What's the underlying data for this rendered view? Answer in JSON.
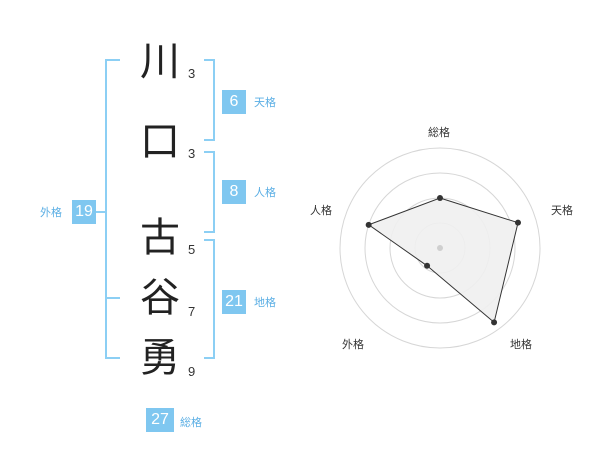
{
  "name_chars": [
    {
      "char": "川",
      "strokes": "3"
    },
    {
      "char": "口",
      "strokes": "3"
    },
    {
      "char": "古",
      "strokes": "5"
    },
    {
      "char": "谷",
      "strokes": "7"
    },
    {
      "char": "勇",
      "strokes": "9"
    }
  ],
  "fortune": {
    "tenkaku": {
      "value": "6",
      "label": "天格"
    },
    "jinkaku": {
      "value": "8",
      "label": "人格"
    },
    "chikaku": {
      "value": "21",
      "label": "地格"
    },
    "gaikaku": {
      "value": "19",
      "label": "外格"
    },
    "soukaku": {
      "value": "27",
      "label": "総格"
    }
  },
  "colors": {
    "accent": "#7fc7f0",
    "accent_text": "#5aaee4",
    "bracket": "#8ccff4"
  },
  "chart_data": {
    "type": "radar",
    "axes": [
      "総格",
      "天格",
      "地格",
      "外格",
      "人格"
    ],
    "values": [
      0.5,
      0.82,
      0.92,
      0.22,
      0.75
    ],
    "range": [
      0,
      1
    ],
    "rings": 4
  }
}
